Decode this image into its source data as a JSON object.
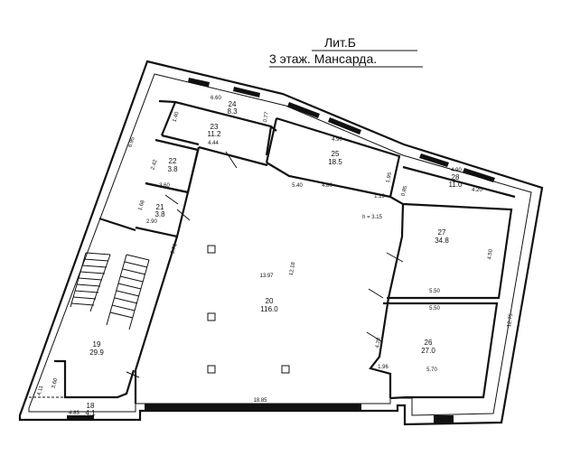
{
  "header": {
    "title": "Лит.Б",
    "subtitle": "3 этаж. Мансарда."
  },
  "rooms": [
    {
      "id": "r24",
      "number": "24",
      "area": "8.3"
    },
    {
      "id": "r23",
      "number": "23",
      "area": "11.2"
    },
    {
      "id": "r25",
      "number": "25",
      "area": "18.5"
    },
    {
      "id": "r22",
      "number": "22",
      "area": "3.8"
    },
    {
      "id": "r21",
      "number": "21",
      "area": "3.8"
    },
    {
      "id": "r28",
      "number": "28",
      "area": "11.0"
    },
    {
      "id": "r27",
      "number": "27",
      "area": "34.8"
    },
    {
      "id": "r20",
      "number": "20",
      "area": "116.0"
    },
    {
      "id": "r26",
      "number": "26",
      "area": "27.0"
    },
    {
      "id": "r19",
      "number": "19",
      "area": "29.9"
    },
    {
      "id": "r18",
      "number": "18",
      "area": "4.1"
    }
  ],
  "dimensions": {
    "d_top_24": "6.60",
    "d_left_outer": "6.95",
    "d_23_w": "1.40",
    "d_24_h": "0.77",
    "d_23_b": "4.44",
    "d_25_top": "4.90",
    "d_25_left": "1.95",
    "d_25_bot_l": "5.40",
    "d_25_bot_r": "4.80",
    "d_22_h": "2.42",
    "d_22_w": "3.60",
    "d_21_w": "2.90",
    "d_21_h": "1.68",
    "d_1_19": "1.19",
    "d_0_85": "0.85",
    "d_height": "h = 3.15",
    "d_28_w": "4.90",
    "d_28_l": "4.20",
    "d_27_r": "4.50",
    "d_20_w": "13.97",
    "d_20_h": "12.18",
    "d_20_l": "9.71",
    "d_27_26_a": "5.50",
    "d_27_26_b": "5.50",
    "d_right_outer": "12.75",
    "d_26_l": "4.20",
    "d_26_w": "5.70",
    "d_1_96": "1.96",
    "d_bottom": "18.85",
    "d_left_small_a": "4.11",
    "d_left_small_b": "3.60",
    "d_bottom_left": "4.83"
  }
}
